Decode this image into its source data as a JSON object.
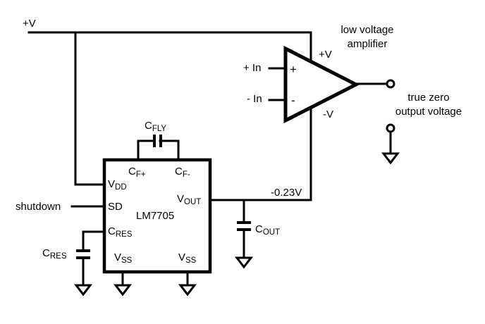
{
  "diagram": {
    "type": "circuit-schematic",
    "supply": {
      "label": "+V"
    },
    "ic": {
      "name": "LM7705",
      "pins": {
        "cf_plus": {
          "main": "C",
          "sub": "F+"
        },
        "cf_minus": {
          "main": "C",
          "sub": "F-"
        },
        "vdd": {
          "main": "V",
          "sub": "DD"
        },
        "sd": {
          "main": "SD",
          "sub": ""
        },
        "vout": {
          "main": "V",
          "sub": "OUT"
        },
        "cres": {
          "main": "C",
          "sub": "RES"
        },
        "vss1": {
          "main": "V",
          "sub": "SS"
        },
        "vss2": {
          "main": "V",
          "sub": "SS"
        }
      }
    },
    "capacitors": {
      "cfly": {
        "main": "C",
        "sub": "FLY"
      },
      "cres": {
        "main": "C",
        "sub": "RES"
      },
      "cout": {
        "main": "C",
        "sub": "OUT"
      }
    },
    "shutdown_label": "shutdown",
    "negative_rail_label": "-0.23V",
    "amplifier": {
      "title_line1": "low voltage",
      "title_line2": "amplifier",
      "pos_supply": "+V",
      "neg_supply": "-V",
      "plus_input": "+ In",
      "minus_input": "- In",
      "plus_symbol": "+",
      "minus_symbol": "-"
    },
    "output": {
      "line1": "true zero",
      "line2": "output voltage"
    }
  }
}
